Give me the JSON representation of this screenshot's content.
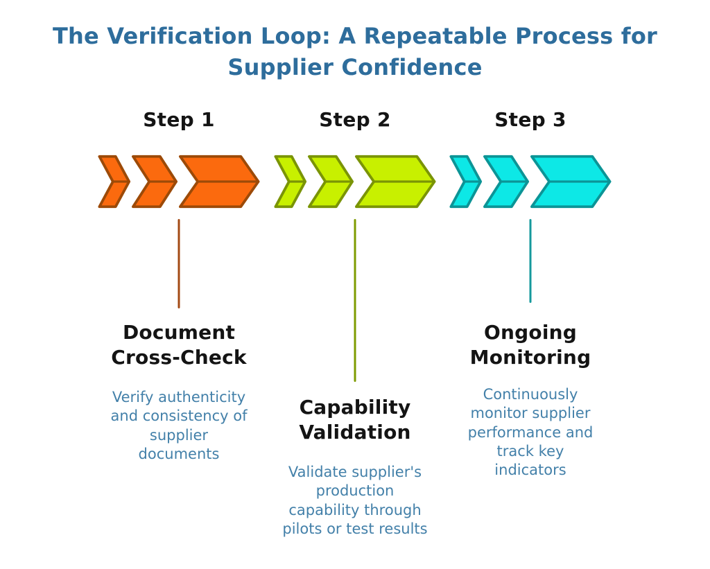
{
  "title": "The Verification Loop: A Repeatable Process for\nSupplier Confidence",
  "title_color": "#2E6D9C",
  "text_colors": {
    "heading": "#141414",
    "description": "#4380A9"
  },
  "steps": [
    {
      "label": "Step 1",
      "icon": "triple-chevron-right-icon",
      "heading": "Document\nCross-Check",
      "description": "Verify authenticity\nand consistency of\nsupplier\ndocuments",
      "colors": {
        "fill": "#FB6A0E",
        "stroke": "#9C4A08",
        "line": "#A34A14"
      }
    },
    {
      "label": "Step 2",
      "icon": "triple-chevron-right-icon",
      "heading": "Capability\nValidation",
      "description": "Validate supplier's\nproduction\ncapability through\npilots or test results",
      "colors": {
        "fill": "#C8F000",
        "stroke": "#7A9406",
        "line": "#7E9B00"
      }
    },
    {
      "label": "Step 3",
      "icon": "triple-chevron-right-icon",
      "heading": "Ongoing\nMonitoring",
      "description": "Continuously\nmonitor supplier\nperformance and\ntrack key\nindicators",
      "colors": {
        "fill": "#0DE8E6",
        "stroke": "#0C9496",
        "line": "#16999C"
      }
    }
  ]
}
